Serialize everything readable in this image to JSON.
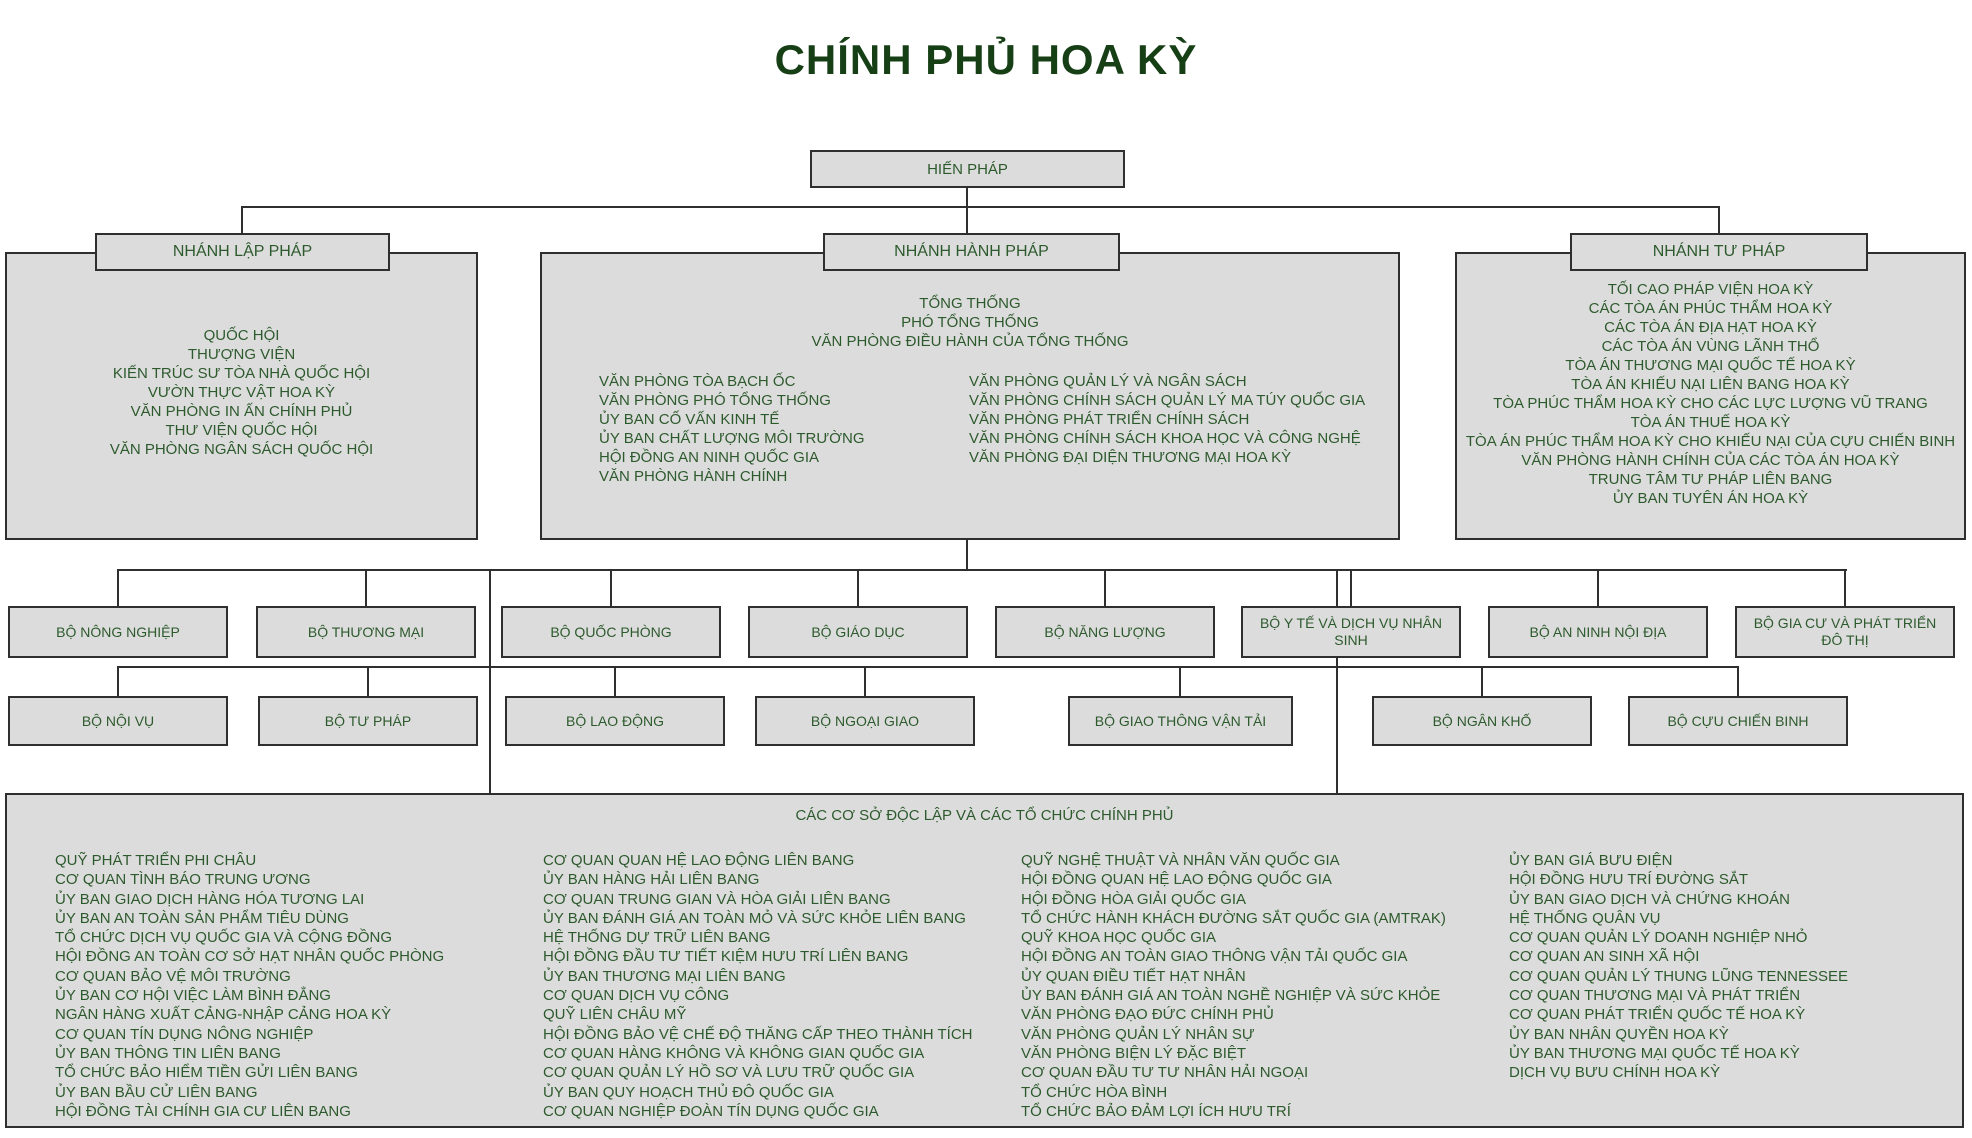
{
  "title": "CHÍNH PHỦ HOA KỲ",
  "colors": {
    "text_green": "#2d5a2d",
    "title_green": "#163f16",
    "box_fill": "#dcdcdc",
    "box_border": "#2f2f2f"
  },
  "constitution": {
    "label": "HIẾN PHÁP"
  },
  "branches": {
    "legislative": {
      "header": "NHÁNH LẬP PHÁP",
      "items": [
        "QUỐC HỘI",
        "THƯỢNG VIỆN",
        "KIẾN TRÚC SƯ TÒA NHÀ QUỐC HỘI",
        "VƯỜN THỰC VẬT HOA KỲ",
        "VĂN PHÒNG IN ẤN CHÍNH PHỦ",
        "THƯ VIỆN QUỐC HỘI",
        "VĂN PHÒNG NGÂN SÁCH QUỐC HỘI"
      ]
    },
    "executive": {
      "header": "NHÁNH HÀNH PHÁP",
      "top_items": [
        "TỔNG THỐNG",
        "PHÓ TỔNG THỐNG",
        "VĂN PHÒNG ĐIỀU HÀNH CỦA TỔNG THỐNG"
      ],
      "left_column": [
        "VĂN PHÒNG TÒA BẠCH ỐC",
        "VĂN PHÒNG PHÓ TỔNG THỐNG",
        "ỦY BAN CỐ VẤN KINH TẾ",
        "ỦY BAN CHẤT LƯỢNG MÔI TRƯỜNG",
        "HỘI ĐỒNG AN NINH QUỐC GIA",
        "VĂN PHÒNG HÀNH CHÍNH"
      ],
      "right_column": [
        "VĂN PHÒNG QUẢN LÝ VÀ NGÂN SÁCH",
        "VĂN PHÒNG CHÍNH SÁCH QUẢN LÝ MA TÚY QUỐC GIA",
        "VĂN PHÒNG PHÁT TRIỂN CHÍNH SÁCH",
        "VĂN PHÒNG CHÍNH SÁCH KHOA HỌC VÀ CÔNG NGHỆ",
        "VĂN PHÒNG ĐẠI DIỆN THƯƠNG MẠI HOA KỲ"
      ]
    },
    "judicial": {
      "header": "NHÁNH TƯ PHÁP",
      "items": [
        "TỐI CAO PHÁP VIỆN HOA KỲ",
        "CÁC TÒA ÁN PHÚC THẨM HOA KỲ",
        "CÁC TÒA ÁN ĐỊA HẠT HOA KỲ",
        "CÁC TÒA ÁN VÙNG LÃNH THỔ",
        "TÒA ÁN THƯƠNG MẠI QUỐC TẾ HOA KỲ",
        "TÒA ÁN KHIẾU NẠI LIÊN BANG HOA KỲ",
        "TÒA PHÚC THẨM HOA KỲ CHO CÁC LỰC LƯỢNG VŨ TRANG",
        "TÒA ÁN THUẾ HOA KỲ",
        "TÒA ÁN PHÚC THẨM HOA KỲ CHO KHIẾU NẠI CỦA CỰU CHIẾN BINH",
        "VĂN PHÒNG HÀNH CHÍNH CỦA CÁC TÒA ÁN HOA KỲ",
        "TRUNG TÂM TƯ PHÁP LIÊN BANG",
        "ỦY BAN TUYÊN ÁN HOA KỲ"
      ]
    }
  },
  "departments_row1": [
    "BỘ NÔNG NGHIỆP",
    "BỘ THƯƠNG MẠI",
    "BỘ QUỐC PHÒNG",
    "BỘ GIÁO DỤC",
    "BỘ NĂNG LƯỢNG",
    "BỘ Y TẾ VÀ DỊCH VỤ NHÂN SINH",
    "BỘ AN NINH NỘI ĐỊA",
    "BỘ GIA CƯ VÀ PHÁT TRIỂN ĐÔ THỊ"
  ],
  "departments_row2": [
    "BỘ NỘI VỤ",
    "BỘ TƯ PHÁP",
    "BỘ LAO ĐỘNG",
    "BỘ NGOẠI GIAO",
    "BỘ GIAO THÔNG VẬN TẢI",
    "BỘ NGÂN KHỐ",
    "BỘ CỰU CHIẾN BINH"
  ],
  "independent_agencies": {
    "header": "CÁC CƠ SỞ ĐỘC LẬP VÀ CÁC TỔ CHỨC CHÍNH PHỦ",
    "columns": [
      [
        "QUỸ PHÁT TRIỂN PHI CHÂU",
        "CƠ QUAN TÌNH BÁO TRUNG ƯƠNG",
        "ỦY BAN GIAO DỊCH HÀNG HÓA TƯƠNG LAI",
        "ỦY BAN AN TOÀN SẢN PHẨM TIÊU DÙNG",
        "TỔ CHỨC DỊCH VỤ QUỐC GIA VÀ CỘNG ĐỒNG",
        "HỘI ĐỒNG AN TOÀN CƠ SỞ HẠT NHÂN QUỐC PHÒNG",
        "CƠ QUAN BẢO VỆ MÔI TRƯỜNG",
        "ỦY BAN CƠ HỘI VIỆC LÀM BÌNH ĐẲNG",
        "NGÂN HÀNG XUẤT CẢNG-NHẬP CẢNG HOA KỲ",
        "CƠ QUAN TÍN DỤNG NÔNG NGHIỆP",
        "ỦY BAN THÔNG TIN LIÊN BANG",
        "TỔ CHỨC BẢO HIỂM TIỀN GỬI LIÊN BANG",
        "ỦY BAN BẦU CỬ LIÊN BANG",
        "HỘI ĐỒNG TÀI CHÍNH GIA CƯ LIÊN BANG"
      ],
      [
        "CƠ QUAN QUAN HỆ LAO ĐỘNG LIÊN BANG",
        "ỦY BAN HÀNG HẢI LIÊN BANG",
        "CƠ QUAN TRUNG GIAN VÀ HÒA GIẢI LIÊN BANG",
        "ỦY BAN ĐÁNH GIÁ AN TOÀN MỎ VÀ SỨC KHỎE LIÊN BANG",
        "HỆ THỐNG DỰ TRỮ LIÊN BANG",
        "HỘI ĐỒNG ĐẦU TƯ TIẾT KIỆM HƯU TRÍ LIÊN BANG",
        "ỦY BAN THƯƠNG MẠI LIÊN BANG",
        "CƠ QUAN DỊCH VỤ CÔNG",
        "QUỸ LIÊN CHÂU MỸ",
        "HỘI ĐỒNG BẢO VỆ CHẾ ĐỘ THĂNG CẤP THEO THÀNH TÍCH",
        "CƠ QUAN HÀNG KHÔNG VÀ KHÔNG GIAN QUỐC GIA",
        "CƠ QUAN QUẢN LÝ HỒ SƠ VÀ LƯU TRỮ QUỐC GIA",
        "ỦY BAN QUY HOẠCH THỦ ĐÔ QUỐC GIA",
        "CƠ QUAN NGHIỆP ĐOÀN TÍN DỤNG QUỐC GIA"
      ],
      [
        "QUỸ NGHỆ THUẬT VÀ NHÂN VĂN QUỐC GIA",
        "HỘI ĐỒNG QUAN HỆ LAO ĐỘNG QUỐC GIA",
        "HỘI ĐỒNG HÒA GIẢI QUỐC GIA",
        "TỔ CHỨC HÀNH KHÁCH ĐƯỜNG SẮT QUỐC GIA (AMTRAK)",
        "QUỸ KHOA HỌC QUỐC GIA",
        "HỘI ĐỒNG AN TOÀN GIAO THÔNG VẬN TẢI QUỐC GIA",
        "ỦY QUAN ĐIỀU TIẾT HẠT NHÂN",
        "ỦY BAN ĐÁNH GIÁ AN TOÀN NGHỀ NGHIỆP VÀ SỨC KHỎE",
        "VĂN PHÒNG ĐẠO ĐỨC CHÍNH PHỦ",
        "VĂN PHÒNG QUẢN LÝ NHÂN SỰ",
        "VĂN PHÒNG BIỆN LÝ ĐẶC BIỆT",
        "CƠ QUAN ĐẦU TƯ TƯ NHÂN HẢI NGOẠI",
        "TỔ CHỨC HÒA BÌNH",
        "TỔ CHỨC BẢO ĐẢM LỢI ÍCH HƯU TRÍ"
      ],
      [
        "ỦY BAN GIÁ BƯU ĐIỆN",
        "HỘI ĐỒNG HƯU TRÍ ĐƯỜNG SẮT",
        "ỦY BAN GIAO DỊCH VÀ CHỨNG KHOÁN",
        "HỆ THỐNG QUÂN VỤ",
        "CƠ QUAN QUẢN LÝ DOANH NGHIỆP NHỎ",
        "CƠ QUAN AN SINH XÃ HỘI",
        "CƠ QUAN QUẢN LÝ THUNG LŨNG TENNESSEE",
        "CƠ QUAN THƯƠNG MẠI VÀ PHÁT TRIỂN",
        "CƠ QUAN PHÁT TRIỂN QUỐC TẾ HOA KỲ",
        "ỦY BAN NHÂN QUYỀN HOA KỲ",
        "ỦY BAN THƯƠNG MẠI QUỐC TẾ HOA KỲ",
        "DỊCH VỤ BƯU CHÍNH HOA KỲ"
      ]
    ]
  }
}
